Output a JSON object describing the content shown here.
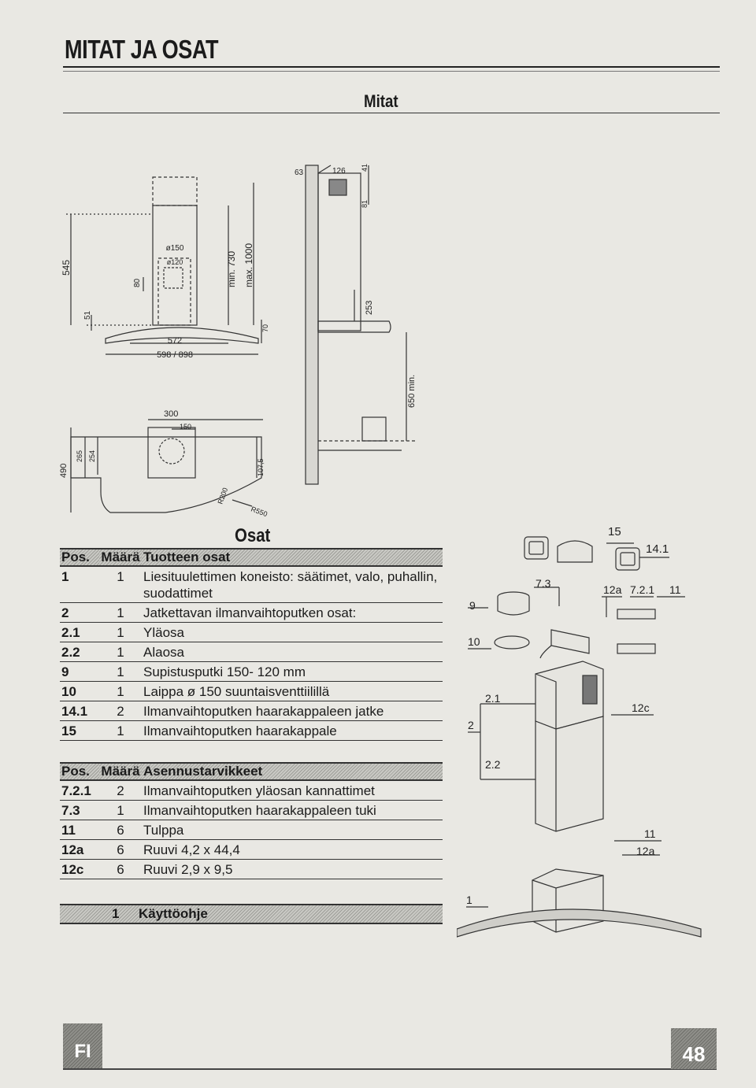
{
  "page_title": "MITAT JA OSAT",
  "section_dimensions": "Mitat",
  "section_parts": "Osat",
  "dimensions": {
    "front": {
      "height_total": "545",
      "hood_edge": "51",
      "outlet_height": "80",
      "d150": "ø150",
      "d120": "ø120",
      "min": "min. 730",
      "max": "max. 1000",
      "thickness": "70",
      "width_inner": "572",
      "width_outer": "598 / 898"
    },
    "side": {
      "top_offset": "63",
      "top_width": "126",
      "top_a": "41",
      "top_b": "81",
      "chimney_low": "253",
      "clearance": "650 min."
    },
    "top": {
      "depth": "490",
      "d265": "265",
      "d254": "254",
      "w300": "300",
      "w150": "150",
      "r107": "107,5",
      "r200": "R200",
      "r550": "R550"
    }
  },
  "parts_table": {
    "headers": [
      "Pos.",
      "Määrä",
      "Tuotteen osat"
    ],
    "rows": [
      {
        "pos": "1",
        "qty": "1",
        "desc": "Liesituulettimen koneisto: säätimet, valo, puhallin, suodattimet"
      },
      {
        "pos": "2",
        "qty": "1",
        "desc": "Jatkettavan ilmanvaihtoputken osat:"
      },
      {
        "pos": "2.1",
        "qty": "1",
        "desc": "Yläosa"
      },
      {
        "pos": "2.2",
        "qty": "1",
        "desc": "Alaosa"
      },
      {
        "pos": "9",
        "qty": "1",
        "desc": "Supistusputki 150- 120 mm"
      },
      {
        "pos": "10",
        "qty": "1",
        "desc": "Laippa ø 150 suuntaisventtiilillä"
      },
      {
        "pos": "14.1",
        "qty": "2",
        "desc": "Ilmanvaihtoputken haarakappaleen jatke"
      },
      {
        "pos": "15",
        "qty": "1",
        "desc": "Ilmanvaihtoputken haarakappale"
      }
    ]
  },
  "accessories_table": {
    "headers": [
      "Pos.",
      "Määrä",
      "Asennustarvikkeet"
    ],
    "rows": [
      {
        "pos": "7.2.1",
        "qty": "2",
        "desc": "Ilmanvaihtoputken yläosan kannattimet"
      },
      {
        "pos": "7.3",
        "qty": "1",
        "desc": "Ilmanvaihtoputken haarakappaleen tuki"
      },
      {
        "pos": "11",
        "qty": "6",
        "desc": "Tulppa"
      },
      {
        "pos": "12a",
        "qty": "6",
        "desc": "Ruuvi 4,2 x 44,4"
      },
      {
        "pos": "12c",
        "qty": "6",
        "desc": "Ruuvi 2,9 x 9,5"
      }
    ]
  },
  "manual_row": {
    "qty": "1",
    "desc": "Käyttöohje"
  },
  "exploded_labels": {
    "l15": "15",
    "l141": "14.1",
    "l73": "7.3",
    "l12a": "12a",
    "l721": "7.2.1",
    "l11": "11",
    "l9": "9",
    "l10": "10",
    "l21": "2.1",
    "l12c": "12c",
    "l2": "2",
    "l22": "2.2",
    "l11b": "11",
    "l12ab": "12a",
    "l1": "1"
  },
  "language": "FI",
  "page_number": "48"
}
